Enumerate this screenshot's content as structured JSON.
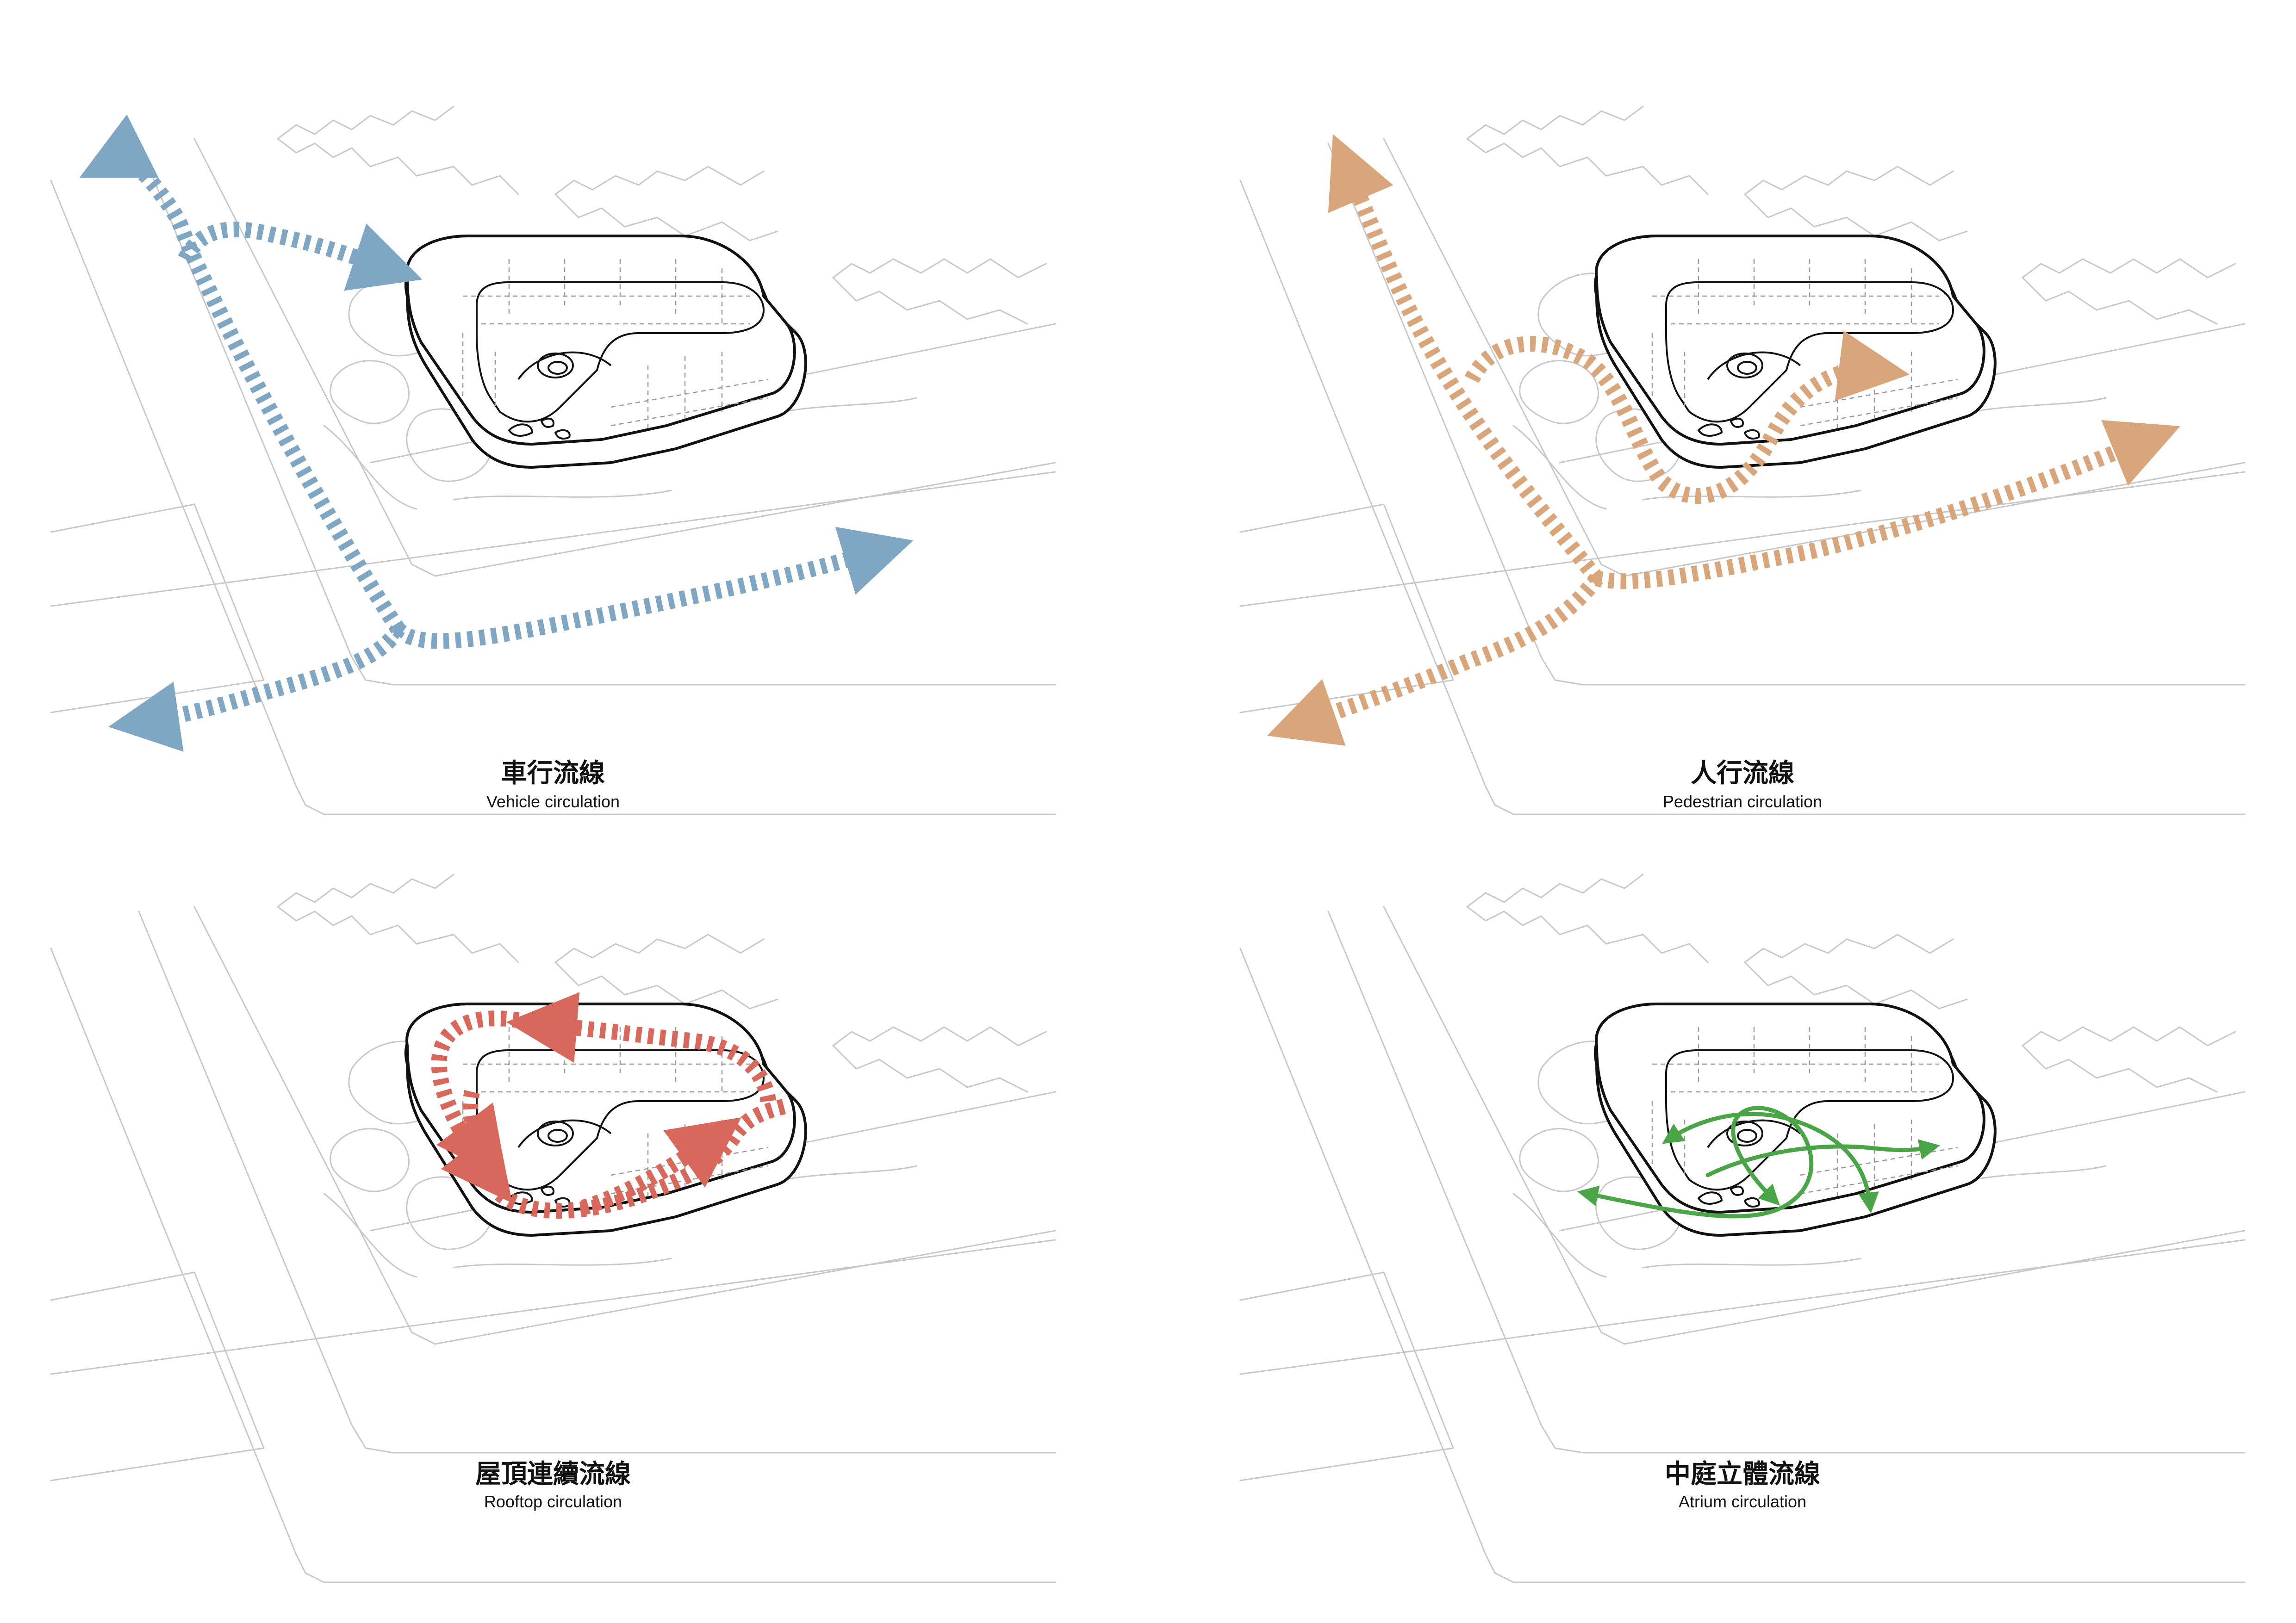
{
  "panels": [
    {
      "id": "vehicle",
      "title_cn": "車行流線",
      "title_en": "Vehicle circulation",
      "flow_color": "#7fa6c3",
      "flow_style": "dashed-wide"
    },
    {
      "id": "pedestrian",
      "title_cn": "人行流線",
      "title_en": "Pedestrian circulation",
      "flow_color": "#d9a57a",
      "flow_style": "dashed-wide"
    },
    {
      "id": "rooftop",
      "title_cn": "屋頂連續流線",
      "title_en": "Rooftop circulation",
      "flow_color": "#d9685c",
      "flow_style": "dashed-wide"
    },
    {
      "id": "atrium",
      "title_cn": "中庭立體流線",
      "title_en": "Atrium circulation",
      "flow_color": "#4aa546",
      "flow_style": "solid"
    }
  ]
}
